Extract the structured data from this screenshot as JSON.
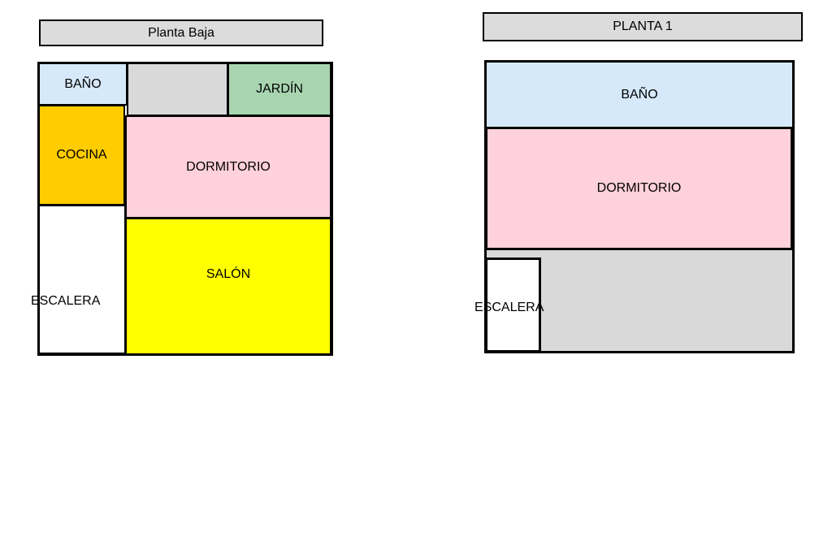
{
  "colors": {
    "bano": "#d6e9fb",
    "cocina": "#ffcc00",
    "jardin": "#a8d5b0",
    "gris": "#d9d9d9",
    "dormitorio": "#ffd1dc",
    "salon": "#ffff00",
    "escalera": "#ffffff"
  },
  "planta_baja": {
    "title": "Planta Baja",
    "rooms": {
      "bano": "BAÑO",
      "jardin": "JARDÍN",
      "cocina": "COCINA",
      "dormitorio": "DORMITORIO",
      "salon": "SALÓN",
      "escalera": "ESCALERA"
    }
  },
  "planta_1": {
    "title": "PLANTA 1",
    "rooms": {
      "bano": "BAÑO",
      "dormitorio": "DORMITORIO",
      "escalera": "ESCALERA"
    }
  }
}
